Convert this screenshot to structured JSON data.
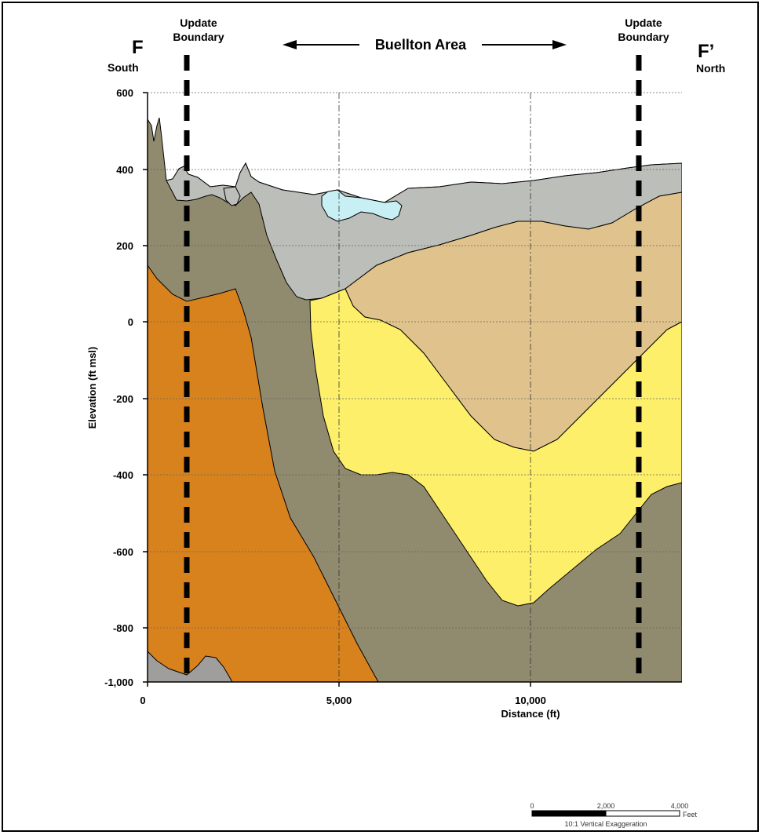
{
  "section": {
    "left_letter": "F",
    "left_direction": "South",
    "right_letter": "F’",
    "right_direction": "North",
    "area_label": "Buellton Area",
    "boundary_left_label_line1": "Update",
    "boundary_left_label_line2": "Boundary",
    "boundary_right_label_line1": "Update",
    "boundary_right_label_line2": "Boundary"
  },
  "axes": {
    "ylabel": "Elevation (ft msl)",
    "xlabel": "Distance (ft)",
    "yticks": [
      "600",
      "400",
      "200",
      "0",
      "-200",
      "-400",
      "-600",
      "-800",
      "-1,000"
    ],
    "xticks": [
      "0",
      "5,000",
      "10,000"
    ],
    "ylim": [
      -1000,
      600
    ],
    "xlim": [
      0,
      14000
    ]
  },
  "boundaries": [
    {
      "name": "Update Boundary",
      "x_ft": 1000
    },
    {
      "name": "Update Boundary",
      "x_ft": 12900
    }
  ],
  "colors": {
    "bedrock_orange": "#d8821e",
    "gray_brown": "#908a6e",
    "light_gray": "#bcbeb9",
    "tan": "#e0c38c",
    "yellow": "#fdef6a",
    "light_blue": "#c8f0f4",
    "dark_gray": "#a09e9c"
  },
  "scale_bar": {
    "labels": [
      "0",
      "2,000",
      "4,000"
    ],
    "unit": "Feet",
    "note": "10:1 Vertical Exaggeration"
  }
}
